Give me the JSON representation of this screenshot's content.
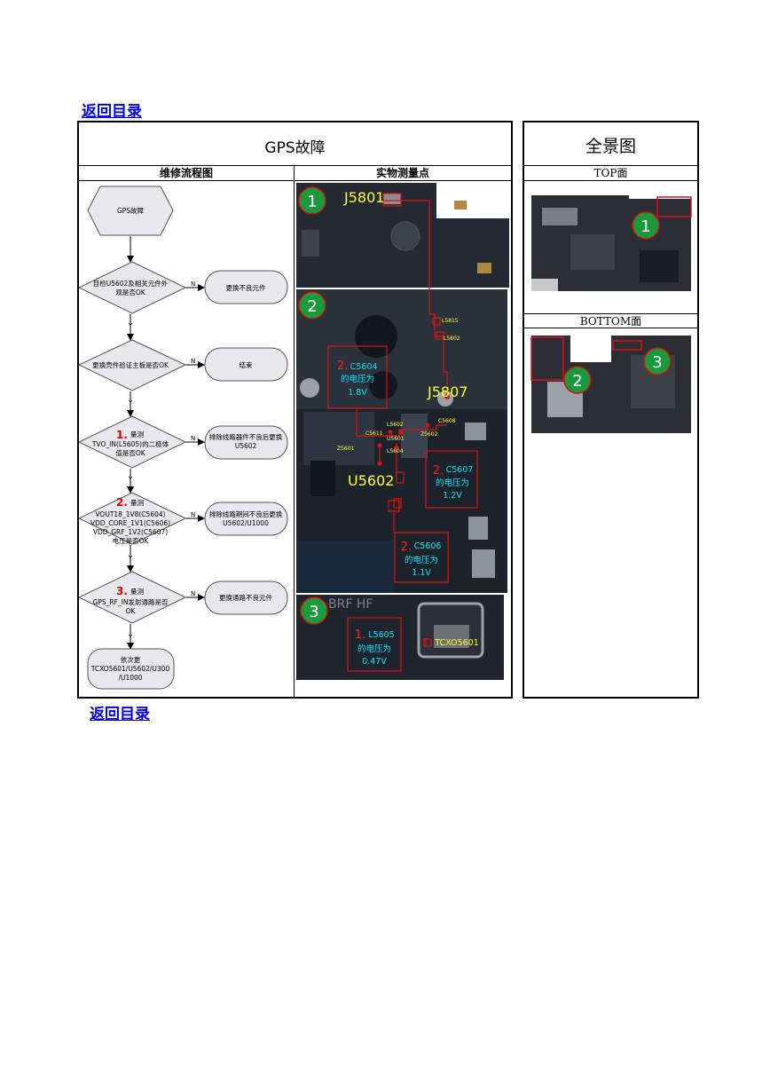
{
  "nav": {
    "back_top": "返回目录",
    "back_bottom": "返回目录"
  },
  "table": {
    "title": "GPS故障",
    "col_flow": "维修流程图",
    "col_points": "实物测量点",
    "panorama_title": "全景图",
    "top_label": "TOP面",
    "bottom_label": "BOTTOM面"
  },
  "flow": {
    "start": "GPS故障",
    "q1": [
      "目检U5602及相关元件外",
      "观是否OK"
    ],
    "a1": "更换不良元件",
    "q2": "更换壳件验证主板是否OK",
    "a2": "结束",
    "q3_num": "1.",
    "q3_word": "量测",
    "q3": [
      "TVO_IN(L5605)的二极体",
      "值是否OK"
    ],
    "a3": [
      "排除线路器件不良后更换",
      "U5602"
    ],
    "q4_num": "2.",
    "q4_word": "量测",
    "q4": [
      "VOUT18_1V8(C5604)",
      "VDD_CORE_1V1(C5606)",
      "VDD_GRF_1V2(C5607)",
      "电压是否OK"
    ],
    "a4": [
      "排除线路期间不良后更换",
      "U5602/U1000"
    ],
    "q5_num": "3.",
    "q5_word": "量测",
    "q5": [
      "GPS_RF_IN发射通路是否",
      "OK"
    ],
    "a5": "更换通路不良元件",
    "end": [
      "依次更",
      "TCXO5601/U5602/U300",
      "/U1000"
    ],
    "yes": "Y",
    "no": "N"
  },
  "board": {
    "markers": [
      "1",
      "2",
      "3"
    ],
    "j5801": "J5801",
    "j5807": "J5807",
    "u5602": "U5602",
    "l5815": "L5815",
    "l5802": "L5802",
    "l5602": "L5602",
    "c5611": "C5611",
    "u5601": "U5601",
    "z5601": "Z5601",
    "c5608": "C5608",
    "z5602": "Z5602",
    "l5604": "L5604",
    "c5604": {
      "num": "2.",
      "lines": [
        "C5604",
        "的电压为",
        "1.8V"
      ]
    },
    "c5607": {
      "num": "2.",
      "lines": [
        "C5607",
        "的电压为",
        "1.2V"
      ]
    },
    "c5606": {
      "num": "2.",
      "lines": [
        "C5606",
        "的电压为",
        "1.1V"
      ]
    },
    "l5605": {
      "num": "1.",
      "lines": [
        "L5605",
        "的电压为",
        "0.47V"
      ]
    },
    "tcxo": "TCXO5601",
    "silk_text": "BRF HF"
  },
  "colors": {
    "marker_fill": "#1a9a3c",
    "marker_stroke": "#d01010",
    "probe": "#e01010",
    "annot": "#00e5ff",
    "label": "#ffff33",
    "pcb": "#20262e"
  }
}
